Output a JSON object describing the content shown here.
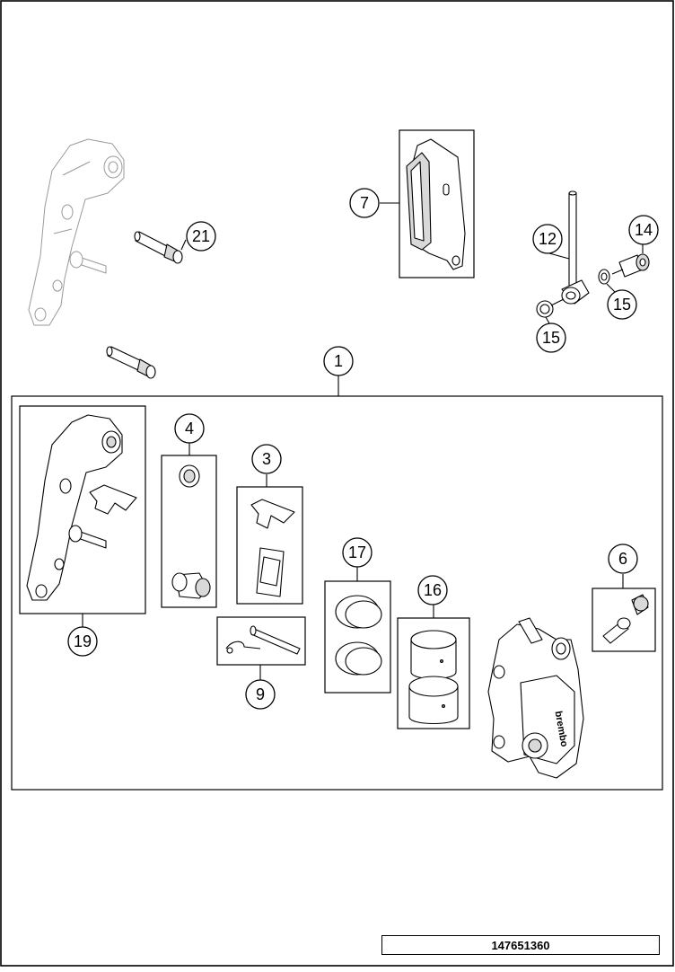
{
  "diagram": {
    "number": "147651360",
    "callouts": {
      "assembly": "1",
      "pad_clip": "3",
      "bleed_screw": "4",
      "bleeder_set": "6",
      "brake_pads": "7",
      "pin": "9",
      "banjo_line": "12",
      "banjo_bolt": "14",
      "washer_upper": "15",
      "washer_lower": "15",
      "piston": "16",
      "seal_kit": "17",
      "bracket": "19",
      "screw": "21"
    },
    "caliper_brand": "brembo"
  }
}
